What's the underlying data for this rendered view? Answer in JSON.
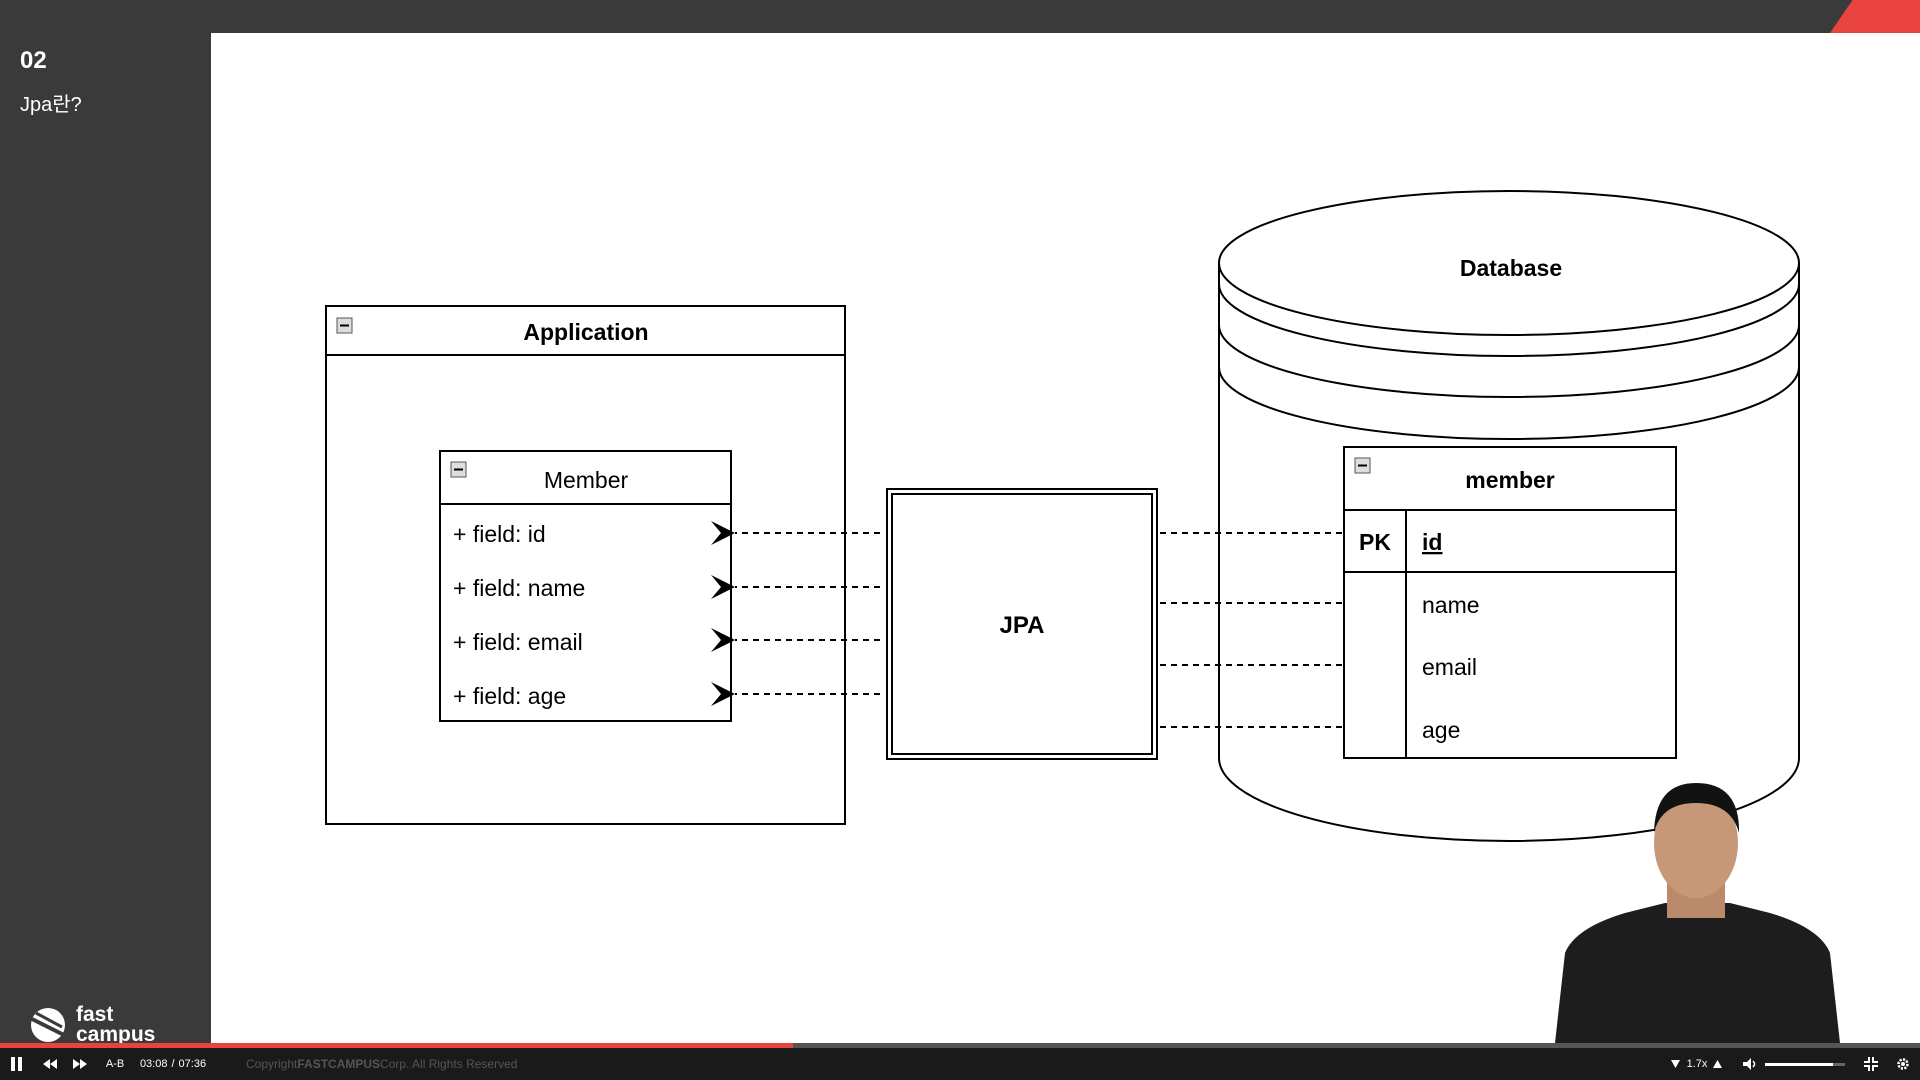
{
  "sidebar": {
    "section_number": "02",
    "section_title": "Jpa란?",
    "logo_text_1": "fast",
    "logo_text_2": "campus"
  },
  "diagram": {
    "application": {
      "title": "Application"
    },
    "member_class": {
      "title": "Member",
      "fields": [
        "+ field: id",
        "+ field: name",
        "+ field: email",
        "+ field: age"
      ]
    },
    "jpa": {
      "label": "JPA"
    },
    "database": {
      "title": "Database"
    },
    "member_table": {
      "title": "member",
      "pk_label": "PK",
      "pk_column": "id",
      "columns": [
        "name",
        "email",
        "age"
      ]
    }
  },
  "player": {
    "ab_label": "A-B",
    "current_time": "03:08",
    "separator": "/",
    "total_time": "07:36",
    "copyright_prefix": "Copyright ",
    "copyright_brand": "FASTCAMPUS",
    "copyright_suffix": " Corp. All Rights Reserved",
    "speed": "1.7x",
    "progress": 0.413,
    "volume": 0.85
  },
  "colors": {
    "accent": "#e8433f",
    "sidebar_bg": "#3a3a3a",
    "controlbar_bg": "#1a1a1a"
  },
  "icons": [
    "pause-icon",
    "rewind-icon",
    "fast-forward-icon",
    "volume-icon",
    "fullscreen-exit-icon",
    "settings-gear-icon",
    "speed-down-icon",
    "speed-up-icon",
    "collapse-icon"
  ]
}
